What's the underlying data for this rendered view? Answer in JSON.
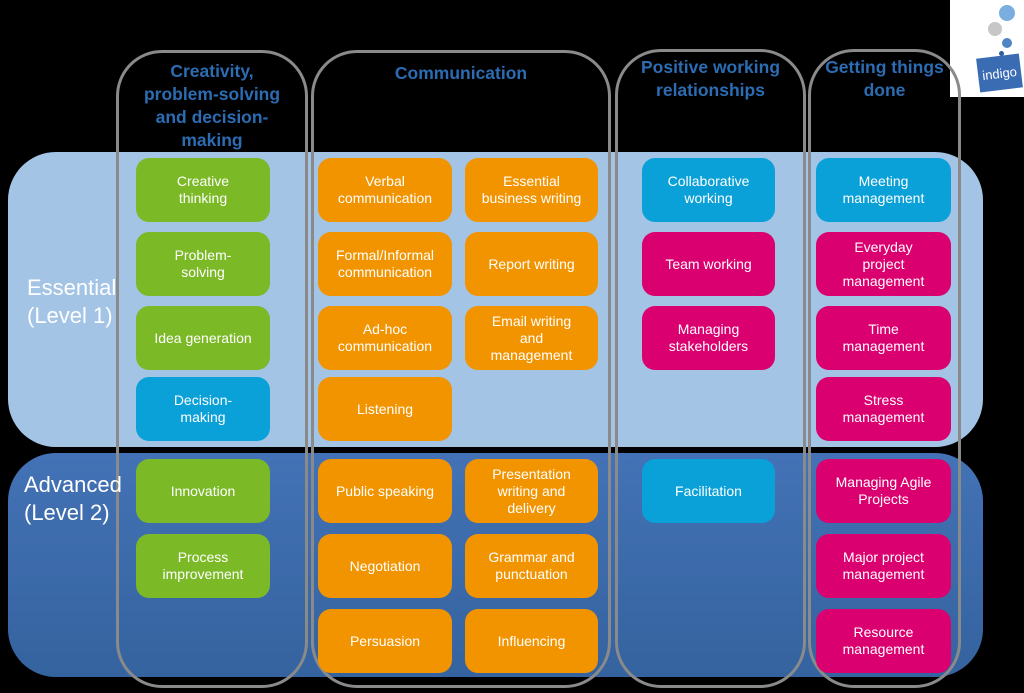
{
  "colors": {
    "background": "#000000",
    "band_essential": "#a3c4e5",
    "band_advanced": "#3a6cb0",
    "outline": "#8a8a8a",
    "header_text": "#2b6cb3",
    "button_green": "#7bb927",
    "button_orange": "#f29400",
    "button_cyan": "#0aa0d8",
    "button_pink": "#db0070",
    "logo_square": "#3a6cb4"
  },
  "logo": {
    "text": "indigo"
  },
  "bands": {
    "essential": {
      "label": "Essential\n(Level 1)"
    },
    "advanced": {
      "label": "Advanced\n(Level 2)"
    }
  },
  "columns": [
    {
      "header": "Creativity,\nproblem-solving\nand decision-\nmaking"
    },
    {
      "header": "Communication"
    },
    {
      "header": "Positive working\nrelationships"
    },
    {
      "header": "Getting things\ndone"
    }
  ],
  "buttons": [
    {
      "label": "Creative\nthinking",
      "color": "green"
    },
    {
      "label": "Problem-\nsolving",
      "color": "green"
    },
    {
      "label": "Idea generation",
      "color": "green"
    },
    {
      "label": "Decision-\nmaking",
      "color": "cyan"
    },
    {
      "label": "Innovation",
      "color": "green"
    },
    {
      "label": "Process\nimprovement",
      "color": "green"
    },
    {
      "label": "Verbal\ncommunication",
      "color": "orange"
    },
    {
      "label": "Formal/Informal\ncommunication",
      "color": "orange"
    },
    {
      "label": "Ad-hoc\ncommunication",
      "color": "orange"
    },
    {
      "label": "Listening",
      "color": "orange"
    },
    {
      "label": "Essential\nbusiness writing",
      "color": "orange"
    },
    {
      "label": "Report writing",
      "color": "orange"
    },
    {
      "label": "Email writing\nand\nmanagement",
      "color": "orange"
    },
    {
      "label": "Public speaking",
      "color": "orange"
    },
    {
      "label": "Negotiation",
      "color": "orange"
    },
    {
      "label": "Persuasion",
      "color": "orange"
    },
    {
      "label": "Presentation\nwriting and\ndelivery",
      "color": "orange"
    },
    {
      "label": "Grammar and\npunctuation",
      "color": "orange"
    },
    {
      "label": "Influencing",
      "color": "orange"
    },
    {
      "label": "Collaborative\nworking",
      "color": "cyan"
    },
    {
      "label": "Team working",
      "color": "pink"
    },
    {
      "label": "Managing\nstakeholders",
      "color": "pink"
    },
    {
      "label": "Facilitation",
      "color": "cyan"
    },
    {
      "label": "Meeting\nmanagement",
      "color": "cyan"
    },
    {
      "label": "Everyday\nproject\nmanagement",
      "color": "pink"
    },
    {
      "label": "Time\nmanagement",
      "color": "pink"
    },
    {
      "label": "Stress\nmanagement",
      "color": "pink"
    },
    {
      "label": "Managing Agile\nProjects",
      "color": "pink"
    },
    {
      "label": "Major project\nmanagement",
      "color": "pink"
    },
    {
      "label": "Resource\nmanagement",
      "color": "pink"
    }
  ]
}
